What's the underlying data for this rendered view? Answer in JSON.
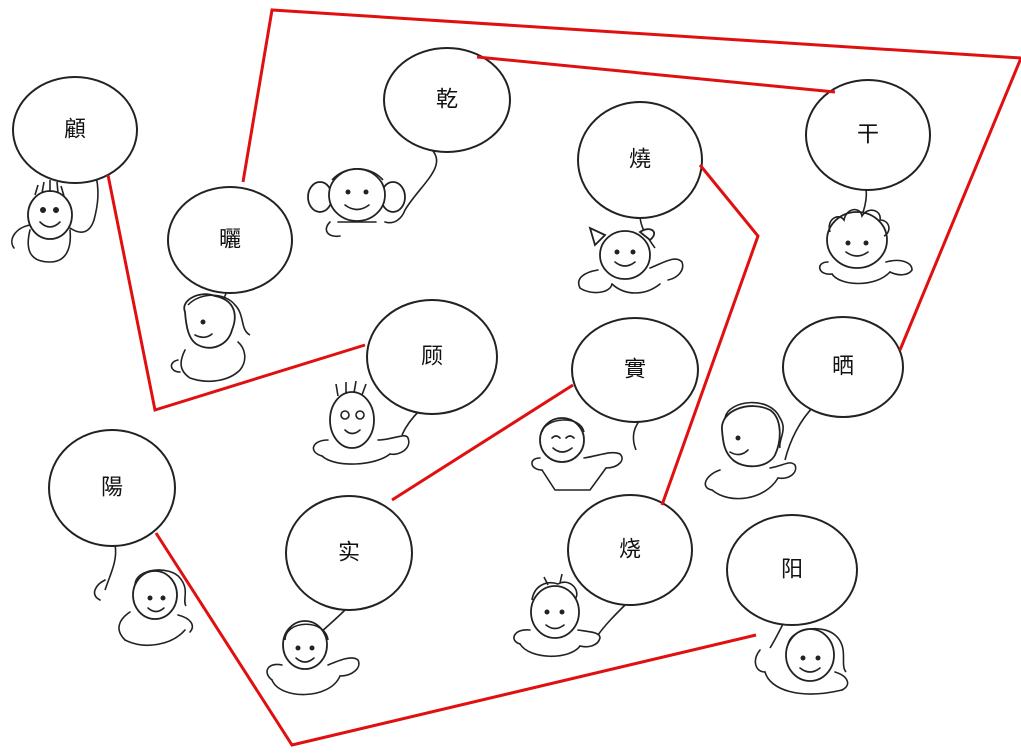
{
  "colors": {
    "match_line": "#e01010",
    "ink": "#222222",
    "background": "#ffffff"
  },
  "balloons": {
    "gu_traditional": "顧",
    "shai_traditional": "曬",
    "gan_traditional": "乾",
    "shao_traditional": "燒",
    "gan_simplified": "干",
    "gu_simplified": "顾",
    "shi_traditional": "實",
    "shai_simplified": "晒",
    "yang_traditional": "陽",
    "shi_simplified": "实",
    "shao_simplified": "烧",
    "yang_simplified": "阳"
  }
}
